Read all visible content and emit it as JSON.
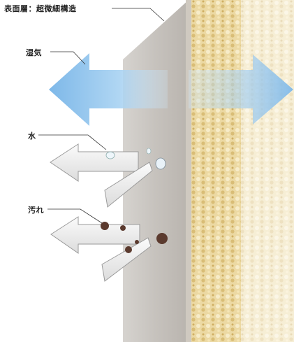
{
  "labels": {
    "surface": "表面層：超微細構造",
    "moisture": "湿気",
    "water": "水",
    "dirt": "汚れ"
  },
  "colors": {
    "panel": "#c9c6c2",
    "panel_side": "#b9b5b0",
    "porous": "#e8d49c",
    "moisture_arrow": "#8fc0ea",
    "gray_arrow": "#e6e6e6",
    "dirt": "#5b3a2e"
  }
}
